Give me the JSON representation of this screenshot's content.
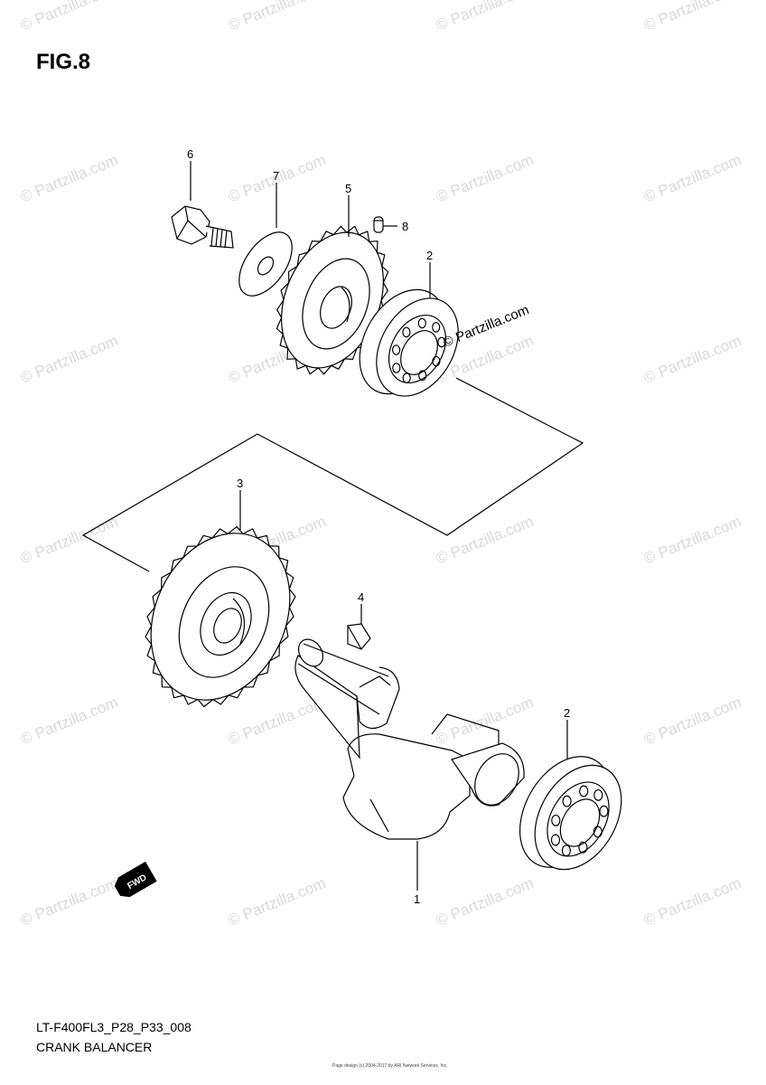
{
  "figure": {
    "title": "FIG.8",
    "code": "LT-F400FL3_P28_P33_008",
    "name": "CRANK BALANCER",
    "tiny_footer": "Page design (c) 2004-2017 by ARI Network Services, Inc."
  },
  "watermark": {
    "text": "© Partzilla.com",
    "brand_stamp": "© Partzilla.com"
  },
  "fwd_label": "FWD",
  "callouts": [
    {
      "id": "1",
      "part": "balancer-shaft"
    },
    {
      "id": "2",
      "part": "bearing-upper"
    },
    {
      "id": "2",
      "part": "bearing-lower"
    },
    {
      "id": "3",
      "part": "balancer-driven-gear"
    },
    {
      "id": "4",
      "part": "key"
    },
    {
      "id": "5",
      "part": "balancer-drive-gear"
    },
    {
      "id": "6",
      "part": "bolt"
    },
    {
      "id": "7",
      "part": "washer"
    },
    {
      "id": "8",
      "part": "pin"
    }
  ]
}
